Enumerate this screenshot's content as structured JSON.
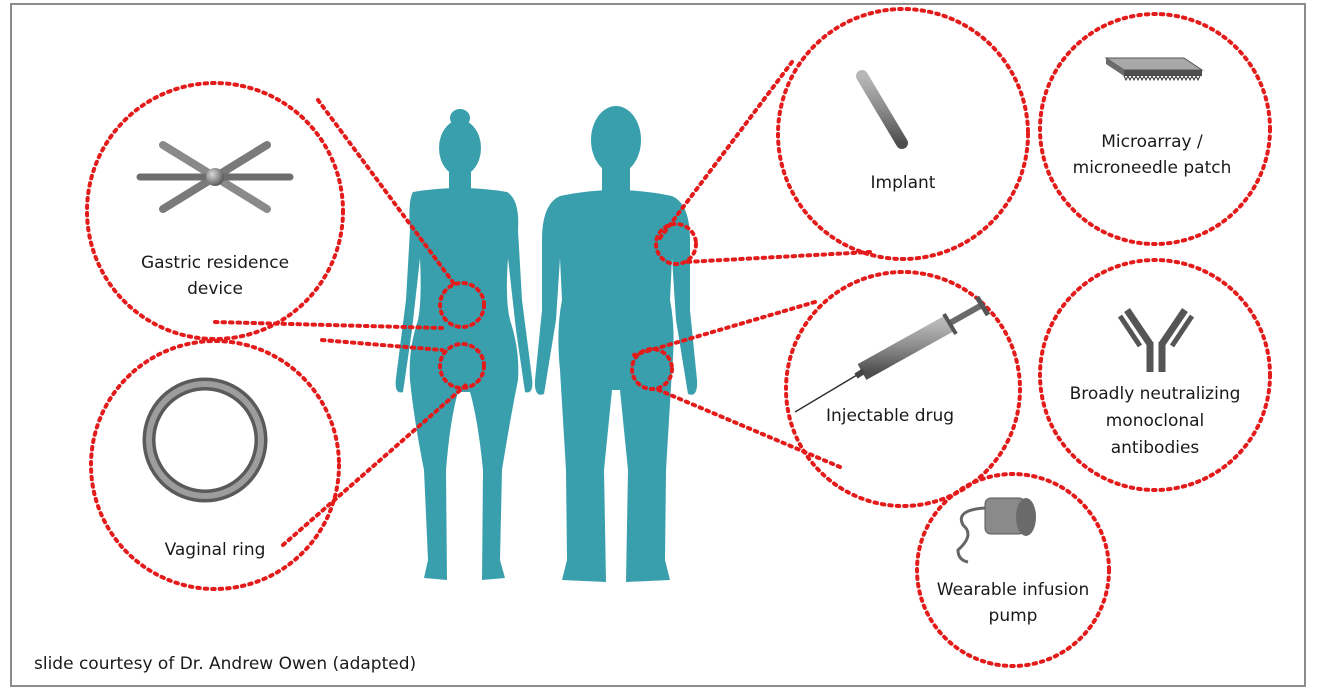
{
  "devices": {
    "gastric": {
      "line1": "Gastric residence",
      "line2": "device"
    },
    "vaginal": {
      "line1": "Vaginal ring"
    },
    "implant": {
      "line1": "Implant"
    },
    "microarray": {
      "line1": "Microarray /",
      "line2": "microneedle patch"
    },
    "injectable": {
      "line1": "Injectable drug"
    },
    "antibodies": {
      "line1": "Broadly neutralizing",
      "line2": "monoclonal",
      "line3": "antibodies"
    },
    "pump": {
      "line1": "Wearable infusion",
      "line2": "pump"
    }
  },
  "credit": "slide courtesy of Dr. Andrew Owen (adapted)",
  "colors": {
    "dots": "#e31b1b",
    "silhouette": "#3a9fad",
    "device": "#808080"
  }
}
